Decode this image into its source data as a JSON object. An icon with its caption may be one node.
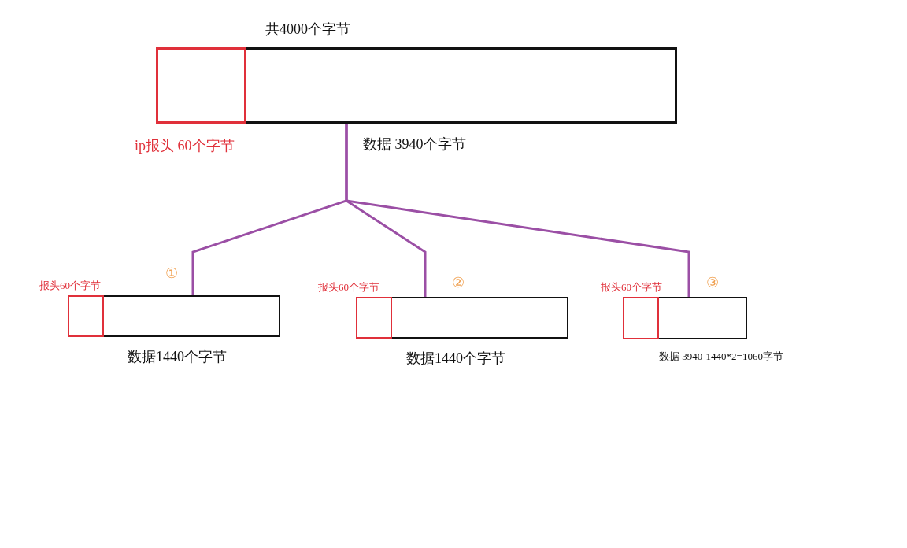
{
  "diagram": {
    "nodes": [
      {
        "text": [
          "共4000个字节",
          "数据 3940个字节"
        ]
      },
      {
        "text": [],
        "shape": "box",
        "in": 0,
        "beside": [
          "ip报头 60个字节"
        ]
      },
      {
        "text": [
          "数据1440个字节"
        ],
        "beside": [
          "①"
        ]
      },
      {
        "text": [],
        "shape": "box",
        "in": 2,
        "beside": [
          "报头60个字节"
        ]
      },
      {
        "text": [
          "数据1440个字节"
        ],
        "beside": [
          "②"
        ]
      },
      {
        "text": [],
        "shape": "box",
        "in": 4,
        "beside": [
          "报头60个字节"
        ]
      },
      {
        "text": [
          "数据 3940-1440*2=1060字节"
        ],
        "beside": [
          "③"
        ]
      },
      {
        "text": [],
        "shape": "box",
        "in": 6,
        "beside": [
          "报头60个字节"
        ]
      }
    ],
    "edges": [
      {
        "from": 0,
        "to": 2,
        "arrow": "none"
      },
      {
        "from": 0,
        "to": 4,
        "arrow": "none"
      },
      {
        "from": 0,
        "to": 6,
        "arrow": "none"
      }
    ]
  }
}
